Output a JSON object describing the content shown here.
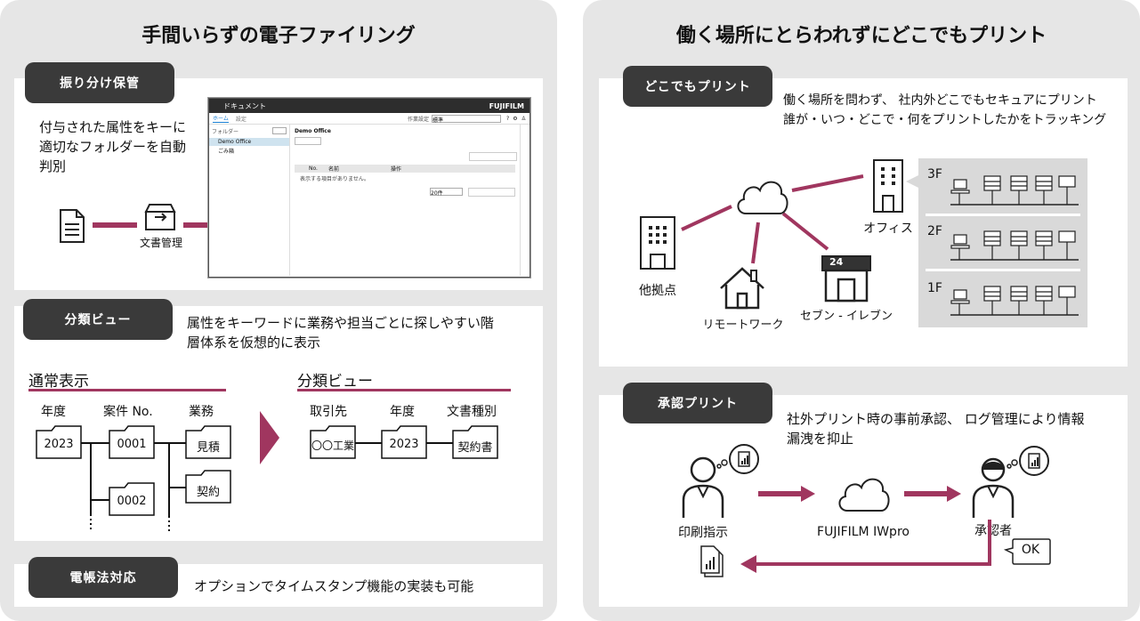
{
  "left": {
    "title": "手間いらずの電子ファイリング",
    "sort": {
      "badge": "振り分け保管",
      "desc": [
        "付与された属性をキーに",
        "適切なフォルダーを自動",
        "判別"
      ],
      "tool_label": "文書管理",
      "app": {
        "window_title": "ドキュメント",
        "brand": "FUJIFILM",
        "tabs": [
          "ホーム",
          "設定"
        ],
        "folder_header": "フォルダー",
        "folders": [
          "Demo Office",
          "ごみ箱"
        ],
        "content_title": "Demo Office",
        "col_no": "No.",
        "col_name": "名前",
        "col_op": "操作",
        "empty_msg": "表示する項目がありません。",
        "page_size": "20件",
        "search_label": "作業設定",
        "search_value": "標準"
      }
    },
    "view": {
      "badge": "分類ビュー",
      "desc": [
        "属性をキーワードに業務や担当ごとに探しやすい階",
        "層体系を仮想的に表示"
      ],
      "normal_title": "通常表示",
      "normal_headers": [
        "年度",
        "案件 No.",
        "業務"
      ],
      "normal_folders": [
        "2023",
        "0001",
        "見積",
        "0002",
        "契約"
      ],
      "classified_title": "分類ビュー",
      "classified_headers": [
        "取引先",
        "年度",
        "文書種別"
      ],
      "classified_folders": [
        "〇〇工業",
        "2023",
        "契約書"
      ]
    },
    "law": {
      "badge": "電帳法対応",
      "desc": "オプションでタイムスタンプ機能の実装も可能"
    }
  },
  "right": {
    "title": "働く場所にとらわれずにどこでもプリント",
    "anywhere": {
      "badge": "どこでもプリント",
      "desc": [
        "働く場所を問わず、 社内外どこでもセキュアにプリント",
        "誰が・いつ・どこで・何をプリントしたかをトラッキング"
      ],
      "nodes": [
        "他拠点",
        "リモートワーク",
        "セブン - イレブン",
        "オフィス"
      ],
      "store_sign": "24",
      "floors": [
        "3F",
        "2F",
        "1F"
      ]
    },
    "approval": {
      "badge": "承認プリント",
      "desc": [
        "社外プリント時の事前承認、 ログ管理により情報",
        "漏洩を抑止"
      ],
      "requester": "印刷指示",
      "service": "FUJIFILM IWpro",
      "approver": "承認者",
      "ok": "OK"
    }
  },
  "colors": {
    "accent": "#a0365f",
    "dark": "#3a3a3a",
    "panel": "#e6e6e6"
  }
}
